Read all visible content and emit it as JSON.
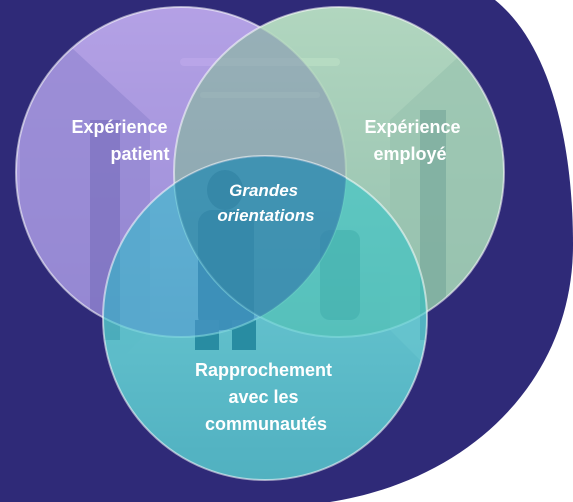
{
  "diagram": {
    "circles": [
      {
        "name": "patient",
        "label_lines": [
          "Expérience",
          "patient"
        ],
        "color": "#8a63d9"
      },
      {
        "name": "employe",
        "label_lines": [
          "Expérience",
          "employé"
        ],
        "color": "#7cc08a"
      },
      {
        "name": "communautes",
        "label_lines": [
          "Rapprochement",
          "avec les",
          "communautés"
        ],
        "color": "#27c2c9"
      }
    ],
    "center_label_lines": [
      "Grandes",
      "orientations"
    ],
    "colors": {
      "background_blob": "#2f2a78",
      "page_background": "#ffffff",
      "corridor_light": "#d9e4ef",
      "corridor_shadow": "#1f3e6a"
    }
  }
}
